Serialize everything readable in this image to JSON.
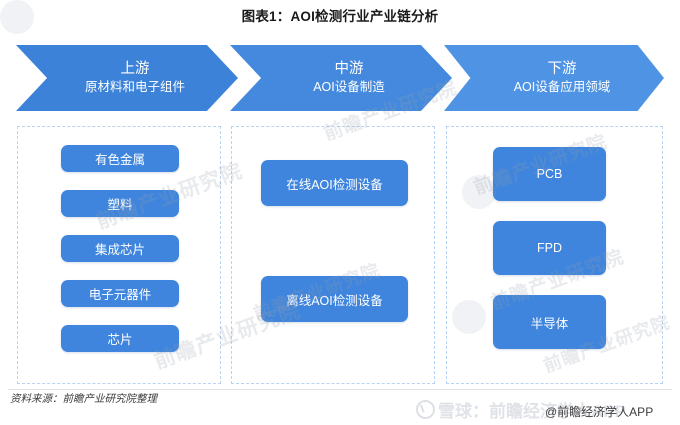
{
  "title": "图表1：AOI检测行业产业链分析",
  "chain": {
    "stages": [
      {
        "name": "上游",
        "subtitle": "原材料和电子组件",
        "color": "#3d82d9"
      },
      {
        "name": "中游",
        "subtitle": "AOI设备制造",
        "color": "#4489dd"
      },
      {
        "name": "下游",
        "subtitle": "AOI设备应用领域",
        "color": "#4e93e4"
      }
    ],
    "columns": [
      {
        "stage": "上游",
        "nodes": [
          "有色金属",
          "塑料",
          "集成芯片",
          "电子元器件",
          "芯片"
        ]
      },
      {
        "stage": "中游",
        "nodes": [
          "在线AOI检测设备",
          "离线AOI检测设备"
        ]
      },
      {
        "stage": "下游",
        "nodes": [
          "PCB",
          "FPD",
          "半导体"
        ]
      }
    ]
  },
  "footer": {
    "source": "资料来源：前瞻产业研究院整理",
    "watermark_brand": "雪球：前瞻经济学人APP",
    "app_tag": "@前瞻经济学人APP"
  },
  "watermarks": {
    "text_a": "前瞻产业研究院",
    "text_b": "前瞻产业研究院",
    "text_c": "前瞻产业研究院",
    "text_d": "前瞻产业研究院",
    "text_e": "前瞻产业研究院",
    "text_f": "前瞻产业研究院",
    "text_g": "前瞻产业研究院"
  },
  "colors": {
    "node_blue": "#3f85dd",
    "arrow_blue": "#4285dd",
    "dashed_border": "#b9d3f2",
    "title_color": "#1a1a1a"
  }
}
